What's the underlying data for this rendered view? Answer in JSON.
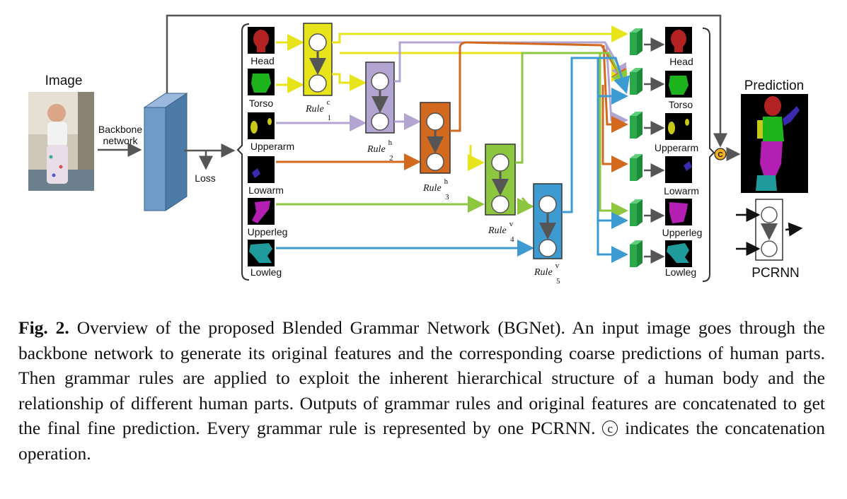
{
  "figure": {
    "image_label": "Image",
    "backbone_label": [
      "Backbone",
      "network"
    ],
    "loss_label": "Loss",
    "prediction_label": "Prediction",
    "pcrnn_label": "PCRNN",
    "concat_symbol": "C",
    "input_parts": [
      "Head",
      "Torso",
      "Upperarm",
      "Lowarm",
      "Upperleg",
      "Lowleg"
    ],
    "output_parts": [
      "Head",
      "Torso",
      "Upperarm",
      "Lowarm",
      "Upperleg",
      "Lowleg"
    ],
    "rules": [
      {
        "name": "Rule",
        "sup": "c",
        "sub": "1"
      },
      {
        "name": "Rule",
        "sup": "h",
        "sub": "2"
      },
      {
        "name": "Rule",
        "sup": "h",
        "sub": "3"
      },
      {
        "name": "Rule",
        "sup": "v",
        "sub": "4"
      },
      {
        "name": "Rule",
        "sup": "v",
        "sub": "5"
      }
    ],
    "colors": {
      "rule1": "#e8e41c",
      "rule2": "#b3a5d1",
      "rule3": "#d2691e",
      "rule4": "#8dc63f",
      "rule5": "#3d9bd1",
      "backbone": "#6f9bc8",
      "conv": "#2aa84a",
      "head_mask": "#b22222",
      "torso_mask": "#1db31d",
      "upperarm_mask": "#c8c819",
      "lowarm_mask": "#3a2ab0",
      "upperleg_mask": "#b31fb3",
      "lowleg_mask": "#1f9b9b"
    }
  },
  "caption": {
    "label": "Fig. 2.",
    "text_before": "Overview of the proposed Blended Grammar Network (BGNet). An input image goes through the backbone network to generate its original features and the corresponding coarse predictions of human parts. Then grammar rules are applied to exploit the inherent hierarchical structure of a human body and the relationship of different human parts. Outputs of grammar rules and original features are concatenated to get the final fine prediction. Every grammar rule is represented by one PCRNN.",
    "symbol": "c",
    "text_after": "indicates the concatenation operation."
  }
}
